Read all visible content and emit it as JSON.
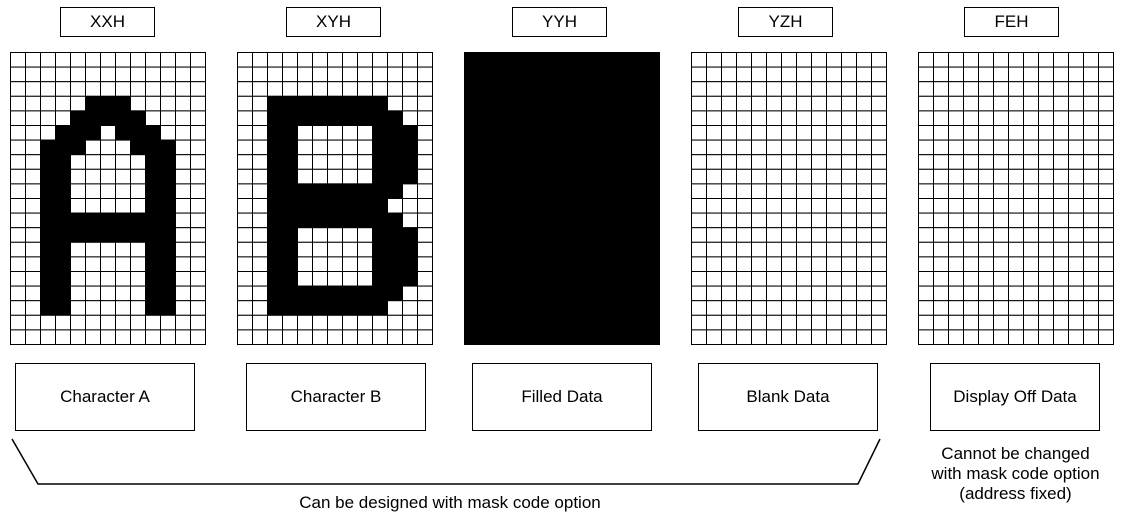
{
  "panels": [
    {
      "code": "XXH",
      "label": "Character A",
      "fill": "pattern",
      "rows": [
        "0000000000000",
        "0000000000000",
        "0000000000000",
        "0000011100000",
        "0000111110000",
        "0001110111000",
        "0011100011100",
        "0011000001100",
        "0011000001100",
        "0011000001100",
        "0011000001100",
        "0011111111100",
        "0011111111100",
        "0011000001100",
        "0011000001100",
        "0011000001100",
        "0011000001100",
        "0011000001100",
        "0000000000000",
        "0000000000000"
      ]
    },
    {
      "code": "XYH",
      "label": "Character B",
      "fill": "pattern",
      "rows": [
        "0000000000000",
        "0000000000000",
        "0000000000000",
        "0011111111000",
        "0011111111100",
        "0011000001110",
        "0011000001110",
        "0011000001110",
        "0011000001110",
        "0011111111100",
        "0011111111000",
        "0011111111100",
        "0011000001110",
        "0011000001110",
        "0011000001110",
        "0011000001110",
        "0011111111100",
        "0011111111000",
        "0000000000000",
        "0000000000000"
      ]
    },
    {
      "code": "YYH",
      "label": "Filled Data",
      "fill": "all"
    },
    {
      "code": "YZH",
      "label": "Blank Data",
      "fill": "none"
    },
    {
      "code": "FEH",
      "label": "Display Off Data",
      "fill": "none"
    }
  ],
  "captions": {
    "designable": "Can be designed with mask code option",
    "fixed_line1": "Cannot be changed",
    "fixed_line2": "with mask code option",
    "fixed_line3": "(address fixed)"
  }
}
